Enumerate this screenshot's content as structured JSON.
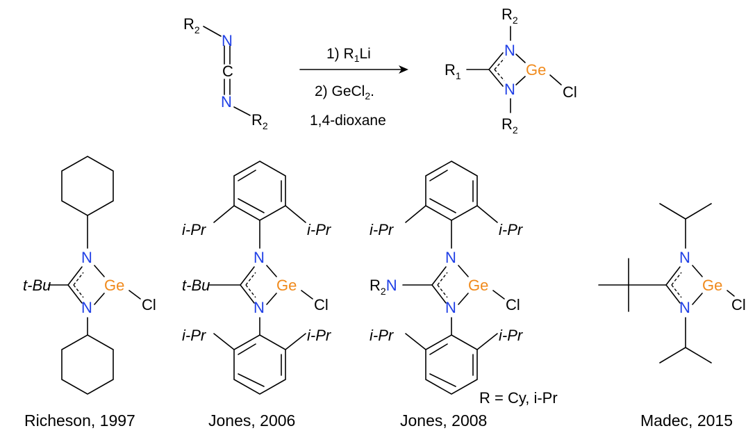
{
  "colors": {
    "nitrogen": "#1f3fe6",
    "germanium": "#f08a1c",
    "text": "#000000"
  },
  "reaction": {
    "reactant": {
      "r_top": "R",
      "r_top_sub": "2",
      "n1": "N",
      "c": "C",
      "n2": "N",
      "r_bot": "R",
      "r_bot_sub": "2"
    },
    "conditions": {
      "step1_prefix": "1) R",
      "step1_sub": "1",
      "step1_suffix": "Li",
      "step2_prefix": "2) GeCl",
      "step2_sub": "2",
      "step2_suffix": ".",
      "solvent": "1,4-dioxane"
    },
    "product": {
      "r1": "R",
      "r1_sub": "1",
      "r_top": "R",
      "r_top_sub": "2",
      "r_bot": "R",
      "r_bot_sub": "2",
      "n_top": "N",
      "n_bot": "N",
      "ge": "Ge",
      "cl": "Cl"
    }
  },
  "compounds": [
    {
      "caption": "Richeson, 1997",
      "sub": "t-Bu",
      "n": "N",
      "ge": "Ge",
      "cl": "Cl"
    },
    {
      "caption": "Jones, 2006",
      "sub": "t-Bu",
      "ipr": "i-Pr",
      "n": "N",
      "ge": "Ge",
      "cl": "Cl"
    },
    {
      "caption": "Jones, 2008",
      "sub_prefix": "R",
      "sub_subscript": "2",
      "sub_n": "N",
      "ipr": "i-Pr",
      "n": "N",
      "ge": "Ge",
      "cl": "Cl",
      "note": "R = Cy, i-Pr"
    },
    {
      "caption": "Madec, 2015",
      "n": "N",
      "ge": "Ge",
      "cl": "Cl"
    }
  ]
}
